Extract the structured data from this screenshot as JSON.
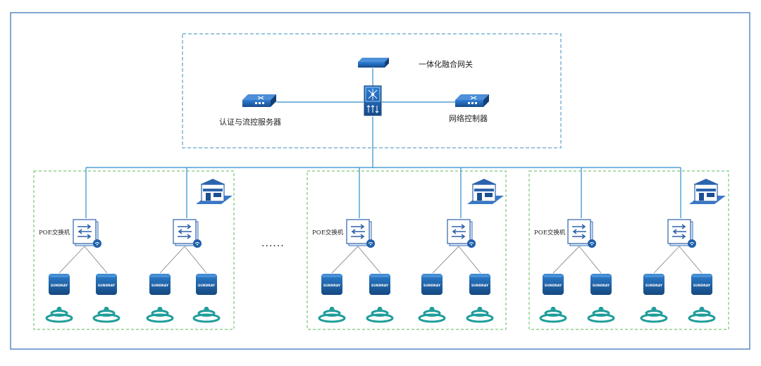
{
  "diagram": {
    "top_devices": {
      "gateway": "一体化融合网关",
      "auth_server": "认证与流控服务器",
      "network_controller": "网络控制器"
    },
    "poe_switch_label": "POE交换机",
    "ellipsis": "......",
    "ap_brand": "SUNDRAY",
    "colors": {
      "outer_border": "#2e6db4",
      "core_dash": "#3a8fc2",
      "group_dash": "#5cb85c",
      "link": "#2d8ccc",
      "device_blue": "#1f5faa",
      "ap_teal": "#1f9d9a"
    },
    "icons": [
      "gateway-icon",
      "server-icon",
      "core-switch-icon",
      "building-icon",
      "poe-switch-icon",
      "access-point-icon",
      "wifi-signal-icon"
    ]
  }
}
